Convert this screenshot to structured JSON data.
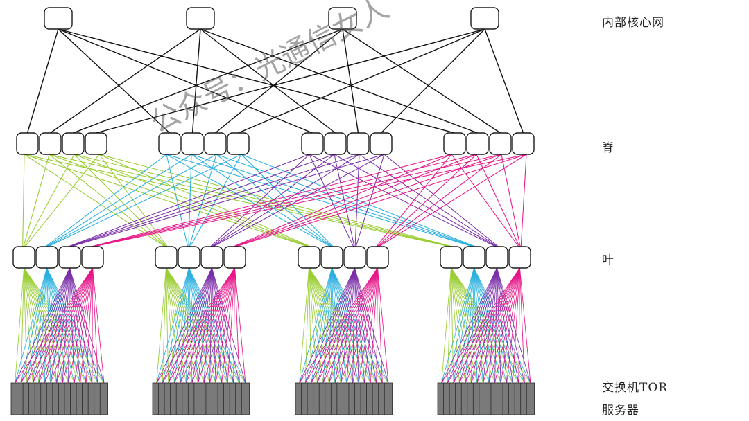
{
  "labels": {
    "core": "内部核心网",
    "spine": "脊",
    "leaf": "叶",
    "tor": "交换机TOR",
    "server": "服务器"
  },
  "watermark": "公众号：光通信女人",
  "colors": {
    "node_fill": "#ffffff",
    "node_stroke": "#1a1a1a",
    "core_link": "#111111",
    "green": "#9acd32",
    "blue": "#2ab0e0",
    "purple": "#7a2fa8",
    "pink": "#e6178a",
    "server_fill": "#7a7a7a",
    "server_stroke": "#2a2a2a"
  },
  "topology": {
    "core_switches": 4,
    "spine_groups": 4,
    "spines_per_group": 4,
    "leaf_pods": 4,
    "leaves_per_pod": 4,
    "servers_per_pod": 16
  }
}
